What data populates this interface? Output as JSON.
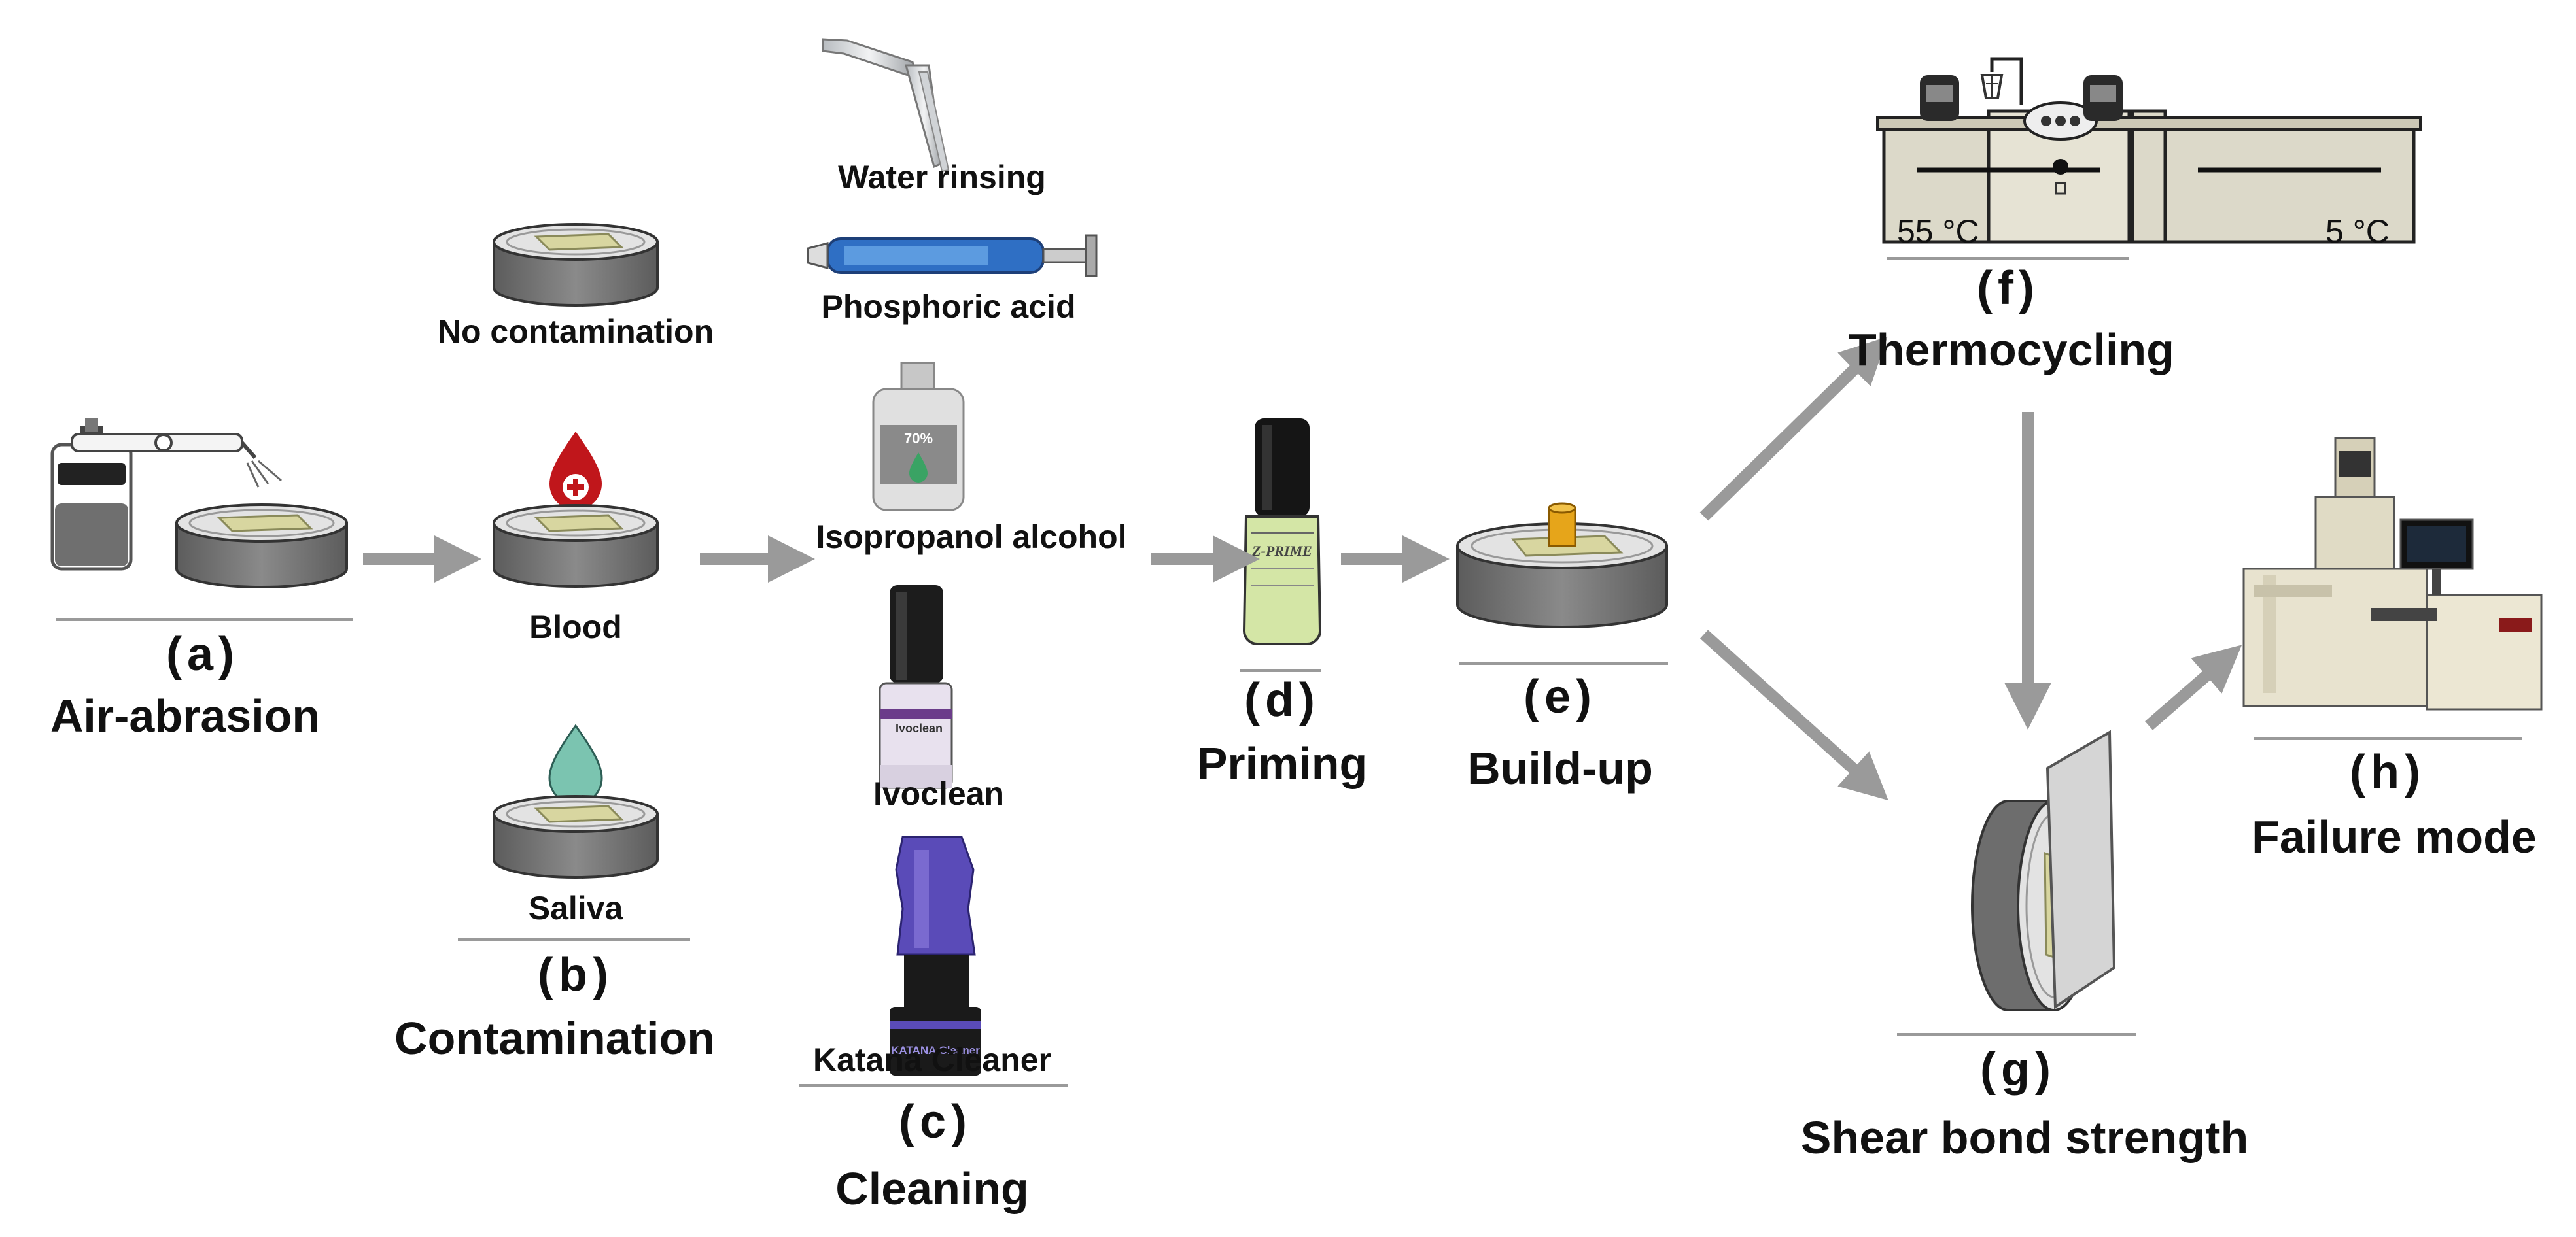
{
  "steps": {
    "a": {
      "letter": "(a)",
      "title": "Air-abrasion"
    },
    "b": {
      "letter": "(b)",
      "title": "Contamination",
      "items": {
        "none": "No contamination",
        "blood": "Blood",
        "saliva": "Saliva"
      }
    },
    "c": {
      "letter": "(c)",
      "title": "Cleaning",
      "items": {
        "water": "Water rinsing",
        "phosphoric": "Phosphoric acid",
        "isopropanol": "Isopropanol alcohol",
        "ivoclean": "Ivoclean",
        "katana": "Katana Cleaner"
      }
    },
    "d": {
      "letter": "(d)",
      "title": "Priming"
    },
    "e": {
      "letter": "(e)",
      "title": "Build-up"
    },
    "f": {
      "letter": "(f)",
      "title": "Thermocycling",
      "temp_hot": "55 °C",
      "temp_cold": "5 °C"
    },
    "g": {
      "letter": "(g)",
      "title": "Shear bond strength"
    },
    "h": {
      "letter": "(h)",
      "title": "Failure mode"
    }
  },
  "product_text": {
    "bottle_70": "70%",
    "bottle_ivoclean": "Ivoclean",
    "bottle_prime": "Z-PRIME",
    "bottle_katana": "KATANA Cleaner"
  },
  "colors": {
    "arrow": "#9a9a9a",
    "disc_body": "#6d6d6d",
    "disc_top": "#d9d9d9",
    "specimen": "#d8d6a0",
    "blood": "#c0161b",
    "saliva": "#7bc4b0",
    "primer": "#d4e6a6"
  }
}
